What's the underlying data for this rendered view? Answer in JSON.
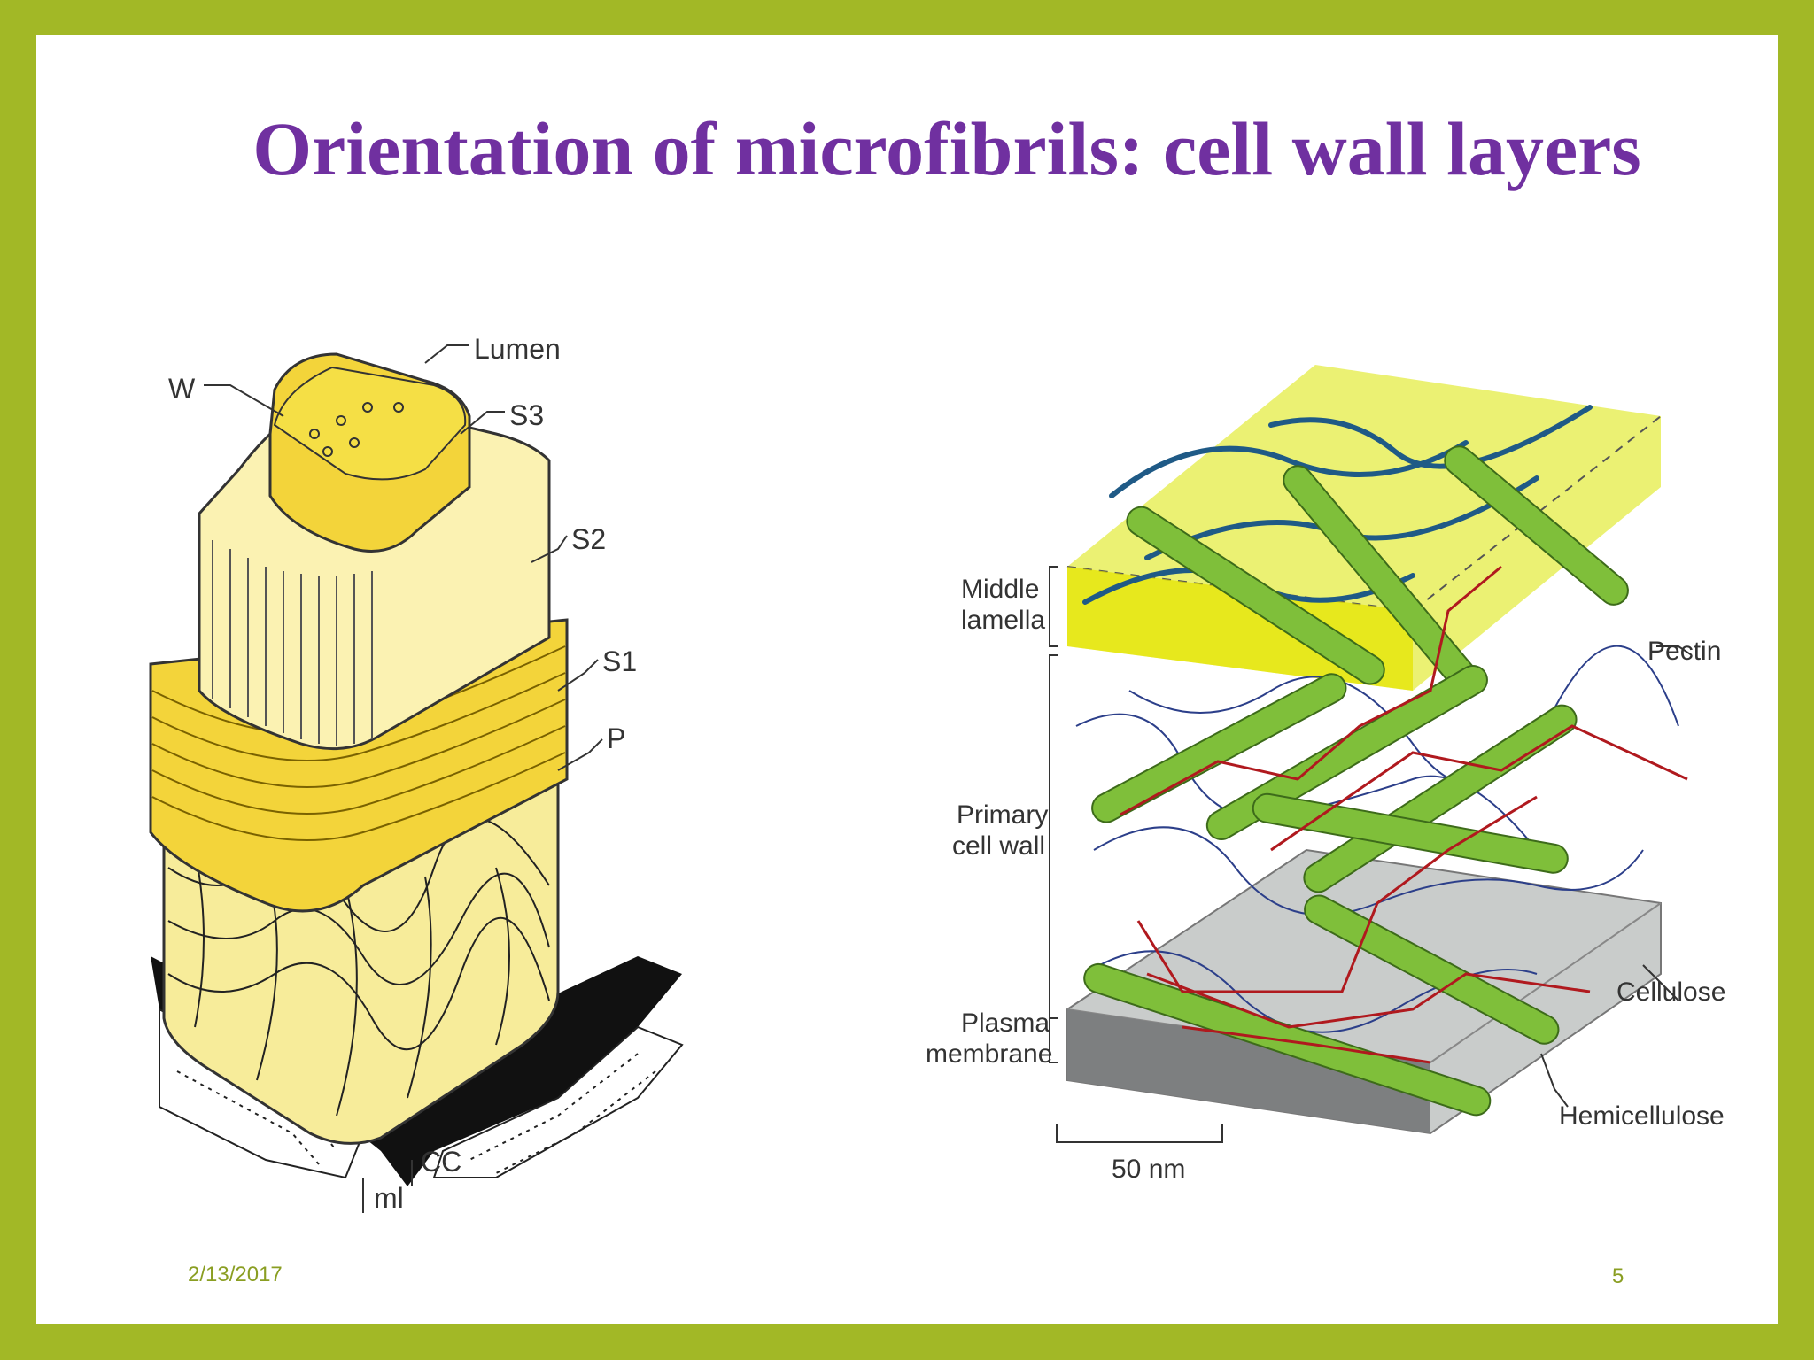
{
  "slide": {
    "title": "Orientation of microfibrils: cell wall layers",
    "date": "2/13/2017",
    "page_number": "5",
    "colors": {
      "border": "#a2b826",
      "title": "#7030a0",
      "footer": "#8a9e22"
    }
  },
  "left_figure": {
    "labels": {
      "lumen": "Lumen",
      "w": "W",
      "s3": "S3",
      "s2": "S2",
      "s1": "S1",
      "p": "P",
      "cc": "CC",
      "ml": "ml"
    }
  },
  "right_figure": {
    "labels": {
      "middle_lamella_1": "Middle",
      "middle_lamella_2": "lamella",
      "primary_wall_1": "Primary",
      "primary_wall_2": "cell wall",
      "plasma_1": "Plasma",
      "plasma_2": "membrane",
      "pectin": "Pectin",
      "cellulose": "Cellulose",
      "hemicellulose": "Hemicellulose",
      "scale": "50 nm"
    }
  }
}
